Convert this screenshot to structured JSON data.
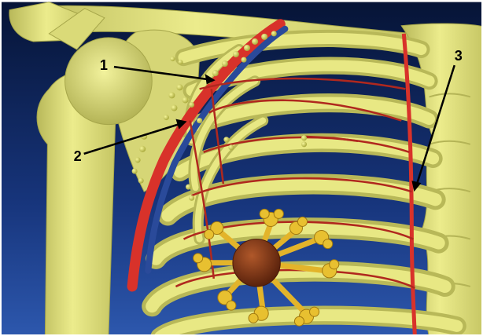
{
  "callouts": [
    {
      "label": "1"
    },
    {
      "label": "2"
    },
    {
      "label": "3"
    }
  ],
  "colors": {
    "background_top": "#0a1a4a",
    "background_bottom": "#2a4fa0",
    "bone": "#e8e87a",
    "bone_shadow": "#a8a84a",
    "artery": "#d8322a",
    "vein": "#2a4a9a",
    "lymph_node": "#d8d84a",
    "tumor": "#8a3a1a",
    "lymph_vessel": "#e8c030",
    "arrow": "#000000"
  }
}
